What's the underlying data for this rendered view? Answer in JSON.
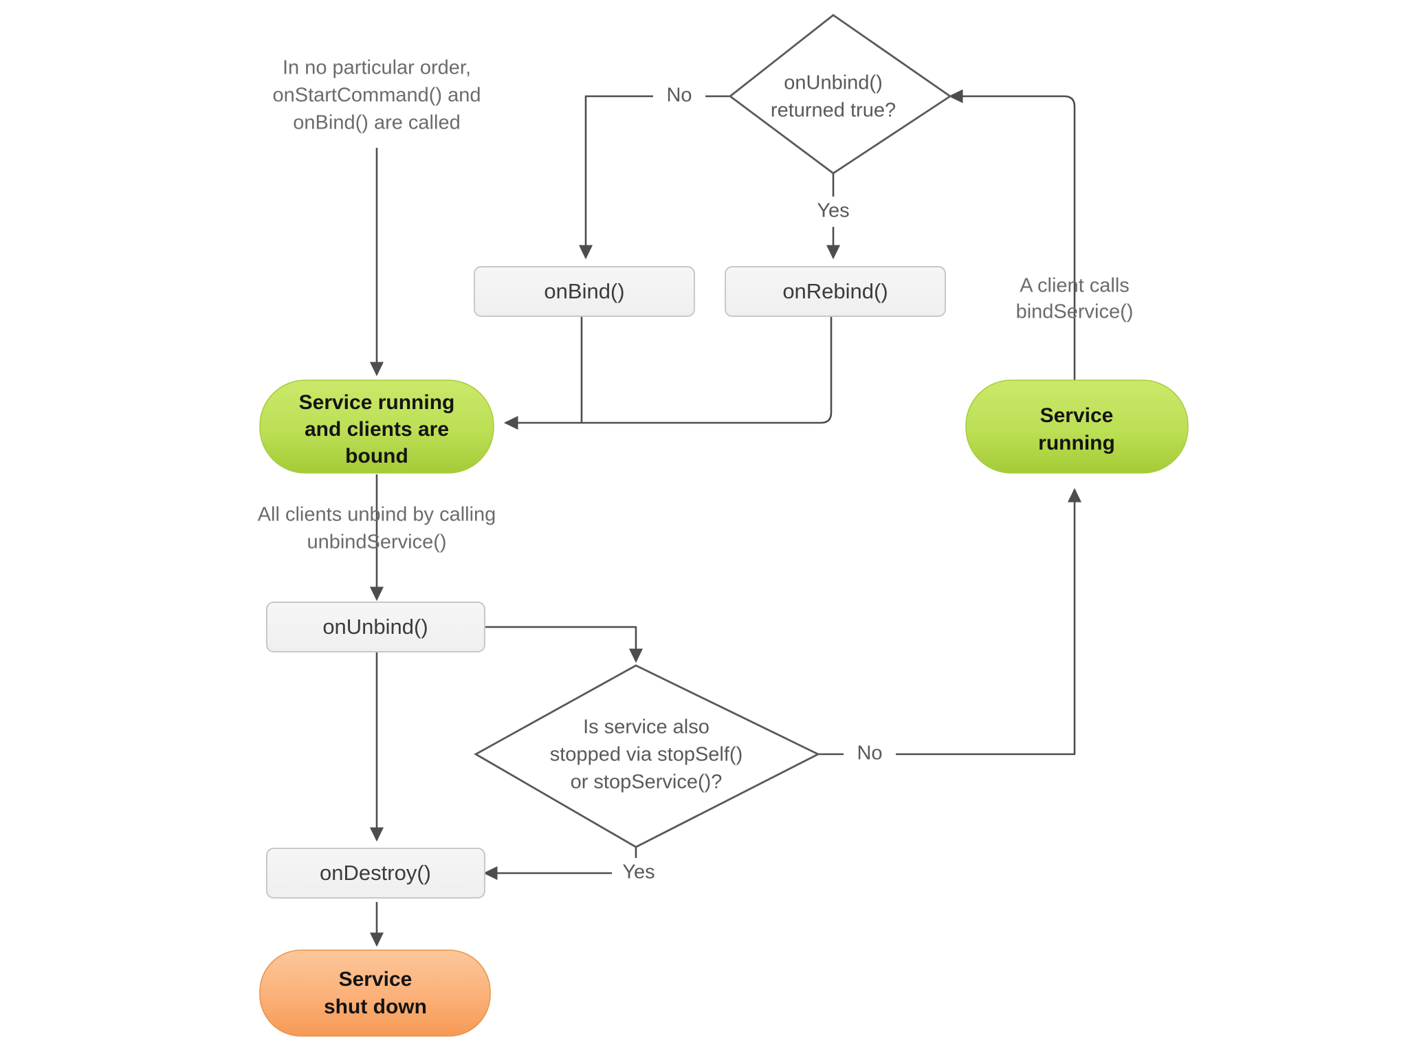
{
  "diagram": {
    "title": "Android Service lifecycle (bound service branch)",
    "colors": {
      "green_fill_top": "#c2e05a",
      "green_fill_bottom": "#a9cf3e",
      "green_stroke": "#a8cc3c",
      "orange_fill_top": "#fbc18c",
      "orange_fill_bottom": "#f79b52",
      "orange_stroke": "#e8934a",
      "process_fill": "#f2f2f2",
      "process_stroke": "#c8c8c8",
      "line": "#4d4d4d",
      "diamond_stroke": "#595959",
      "text": "#595959",
      "background": "#ffffff"
    },
    "nodes": {
      "note_start": {
        "kind": "annotation",
        "lines": [
          "In no particular order,",
          "onStartCommand() and",
          "onBind() are called"
        ]
      },
      "decision_unbind": {
        "kind": "decision",
        "lines": [
          "onUnbind()",
          "returned true?"
        ]
      },
      "proc_onbind": {
        "kind": "process",
        "lines": [
          "onBind()"
        ]
      },
      "proc_onrebind": {
        "kind": "process",
        "lines": [
          "onRebind()"
        ]
      },
      "note_bindservice": {
        "kind": "annotation",
        "lines": [
          "A client calls",
          "bindService()"
        ]
      },
      "term_running_bound": {
        "kind": "terminator-green",
        "lines": [
          "Service running",
          "and clients are",
          "bound"
        ]
      },
      "term_running": {
        "kind": "terminator-green",
        "lines": [
          "Service",
          "running"
        ]
      },
      "note_unbind_all": {
        "kind": "annotation",
        "lines": [
          "All clients unbind by calling",
          "unbindService()"
        ]
      },
      "proc_onunbind": {
        "kind": "process",
        "lines": [
          "onUnbind()"
        ]
      },
      "decision_stopped": {
        "kind": "decision",
        "lines": [
          "Is service also",
          "stopped via stopSelf()",
          "or stopService()?"
        ]
      },
      "proc_ondestroy": {
        "kind": "process",
        "lines": [
          "onDestroy()"
        ]
      },
      "term_shutdown": {
        "kind": "terminator-orange",
        "lines": [
          "Service",
          "shut down"
        ]
      }
    },
    "edge_labels": {
      "unbind_no": "No",
      "unbind_yes": "Yes",
      "stopped_no": "No",
      "stopped_yes": "Yes"
    }
  }
}
